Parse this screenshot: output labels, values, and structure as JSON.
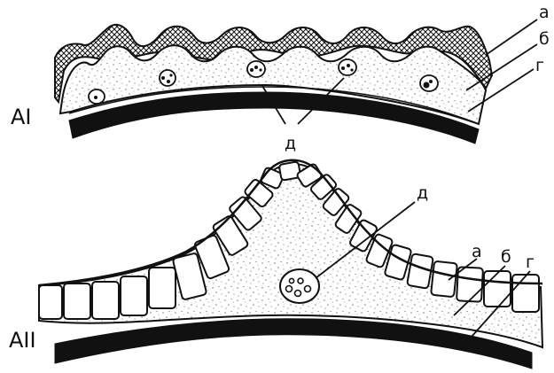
{
  "figure_a1": {
    "panel_label": "AI",
    "labels": {
      "a": "а",
      "b": "б",
      "g": "г",
      "d": "д"
    }
  },
  "figure_a2": {
    "panel_label": "AII",
    "labels": {
      "a": "а",
      "b": "б",
      "g": "г",
      "d": "д"
    }
  }
}
